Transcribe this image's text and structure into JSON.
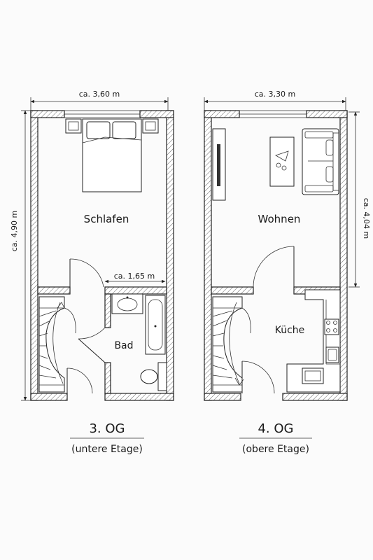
{
  "floors": [
    {
      "title": "3. OG",
      "subtitle": "(untere Etage)",
      "rooms": {
        "main": "Schlafen",
        "bath": "Bad"
      },
      "dimensions": {
        "width": "ca. 3,60 m",
        "height": "ca. 4,90 m",
        "inner": "ca. 1,65 m"
      }
    },
    {
      "title": "4. OG",
      "subtitle": "(obere Etage)",
      "rooms": {
        "main": "Wohnen",
        "kitchen": "Küche"
      },
      "dimensions": {
        "width": "ca. 3,30 m",
        "height": "ca. 4,04 m"
      }
    }
  ]
}
